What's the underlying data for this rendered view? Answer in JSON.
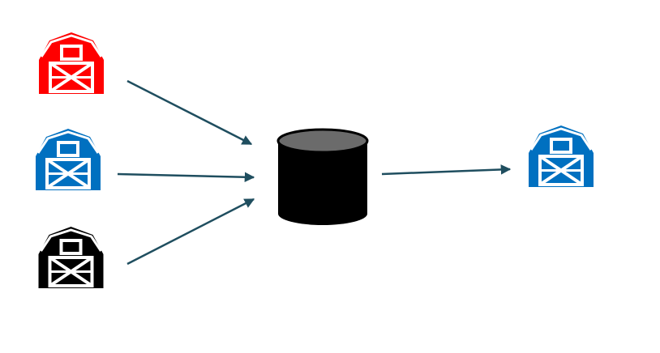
{
  "colors": {
    "background": "#ffffff",
    "barn_red": "#ff0000",
    "barn_blue": "#0070c0",
    "barn_black": "#000000",
    "arrow": "#1f4e5f",
    "database_body": "#000000",
    "database_top": "#6b6b6b"
  },
  "nodes": {
    "sources": [
      {
        "icon": "barn-icon",
        "color": "#ff0000"
      },
      {
        "icon": "barn-icon",
        "color": "#0070c0"
      },
      {
        "icon": "barn-icon",
        "color": "#000000"
      }
    ],
    "hub": {
      "icon": "database-cylinder-icon"
    },
    "target": {
      "icon": "barn-icon",
      "color": "#0070c0"
    }
  },
  "edges": [
    {
      "from": "source-red-barn",
      "to": "database"
    },
    {
      "from": "source-blue-barn",
      "to": "database"
    },
    {
      "from": "source-black-barn",
      "to": "database"
    },
    {
      "from": "database",
      "to": "target-blue-barn"
    }
  ]
}
